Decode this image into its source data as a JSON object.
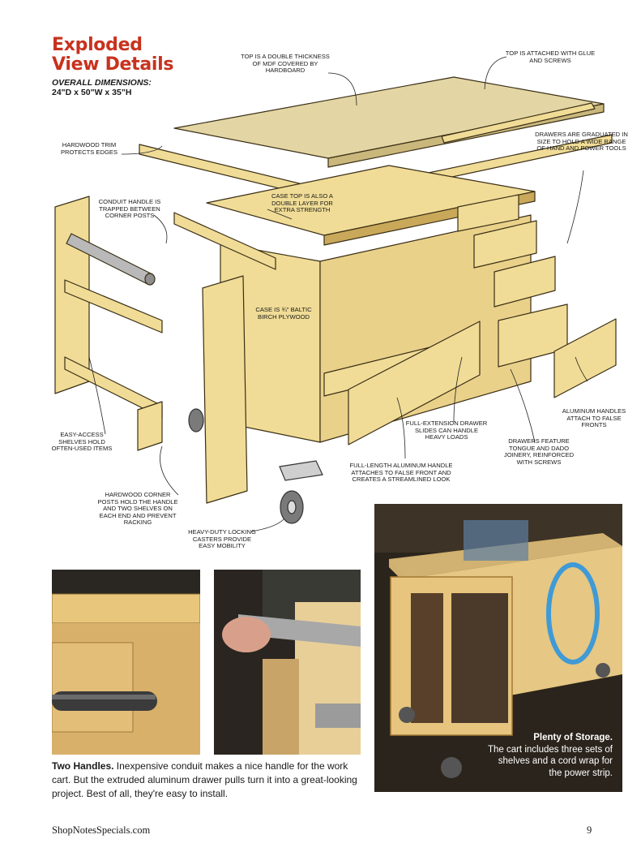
{
  "heading": {
    "title_line1": "Exploded",
    "title_line2": "View Details"
  },
  "dimensions": {
    "label": "OVERALL DIMENSIONS:",
    "value": "24\"D x 50\"W x 35\"H"
  },
  "callouts": {
    "top_double": "Top is a double thickness of MDF covered by hardboard",
    "top_attached": "Top is attached with glue and screws",
    "hardwood_trim": "Hardwood trim protects edges",
    "drawers_graduated": "Drawers are graduated in size to hold a wide range of hand and power tools",
    "conduit_handle": "Conduit handle is trapped between corner posts",
    "case_top": "Case top is also a double layer for extra strength",
    "case_plywood": "Case is ¾\" Baltic birch plywood",
    "aluminum_handles": "Aluminum handles attach to false fronts",
    "easy_access": "Easy-access shelves hold often-used items",
    "full_extension": "Full-extension drawer slides can handle heavy loads",
    "drawers_feature": "Drawers feature tongue and dado joinery, reinforced with screws",
    "full_length": "Full-length aluminum handle attaches to false front and creates a streamlined look",
    "corner_posts": "Hardwood corner posts hold the handle and two shelves on each end and prevent racking",
    "casters": "Heavy-duty locking casters provide easy mobility"
  },
  "caption_left": {
    "head": "Two Handles.",
    "body": " Inexpensive conduit makes a nice handle for the work cart. But the extruded aluminum drawer pulls turn it into a great-looking project. Best of all, they're easy to install."
  },
  "caption_right": {
    "head": "Plenty of Storage.",
    "body": "The cart includes three sets of shelves and a cord wrap for the power strip."
  },
  "footer": {
    "site": "ShopNotesSpecials.com",
    "page": "9"
  },
  "colors": {
    "title": "#c8321e",
    "wood": "#f0dc96",
    "wood_dark": "#c9a85a",
    "top_surface": "#e3d6a4"
  }
}
